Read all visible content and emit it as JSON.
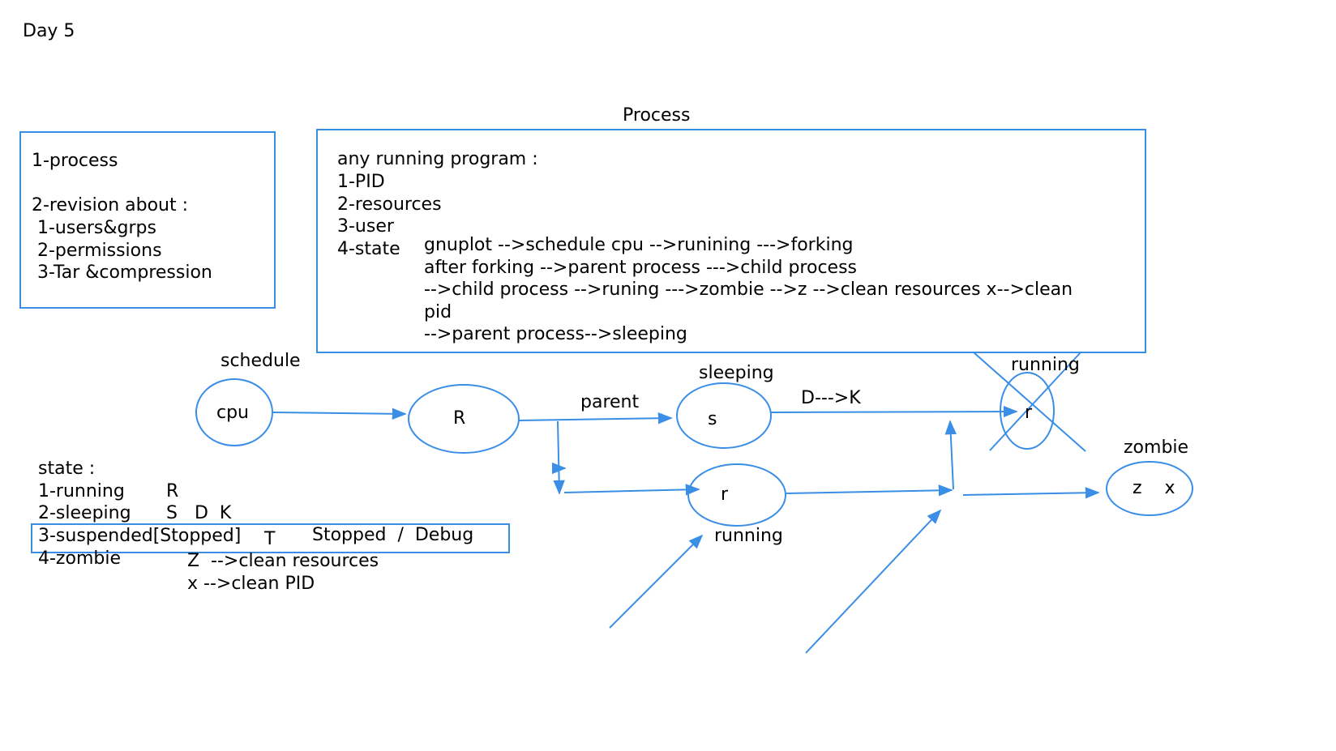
{
  "page_title": "Day 5",
  "left_box": {
    "lines": [
      "1-process",
      "",
      "2-revision about :",
      " 1-users&grps",
      " 2-permissions",
      " 3-Tar &compression"
    ]
  },
  "process_box": {
    "title": "Process",
    "intro": "any running program :",
    "items": [
      "1-PID",
      "2-resources",
      "3-user",
      "4-state"
    ],
    "state_lines": [
      "gnuplot -->schedule cpu -->runining --->forking",
      "after forking -->parent process --->child process",
      "-->child process -->runing --->zombie -->z -->clean resources x-->clean",
      "pid",
      "-->parent process-->sleeping"
    ]
  },
  "nodes": {
    "cpu": {
      "label": "schedule",
      "inner": "cpu"
    },
    "R": {
      "inner": "R"
    },
    "sleeping": {
      "label": "sleeping",
      "inner": "s"
    },
    "running_child": {
      "label": "running",
      "inner": "r"
    },
    "running_crossed": {
      "label": "running",
      "inner": "r"
    },
    "zombie": {
      "label": "zombie",
      "inner": "z    x"
    }
  },
  "edge_labels": {
    "parent": "parent",
    "dk": "D--->K"
  },
  "states": {
    "heading": "state :",
    "rows": [
      {
        "name": "1-running",
        "code": "R"
      },
      {
        "name": "2-sleeping",
        "code": "S   D  K"
      },
      {
        "name": "3-suspended[Stopped]",
        "code": "T",
        "note": "Stopped  /  Debug"
      },
      {
        "name": "4-zombie",
        "code": ""
      }
    ],
    "zombie_notes": [
      "Z  -->clean resources",
      "x -->clean PID"
    ]
  },
  "colors": {
    "accent": "#3a8ee6"
  }
}
